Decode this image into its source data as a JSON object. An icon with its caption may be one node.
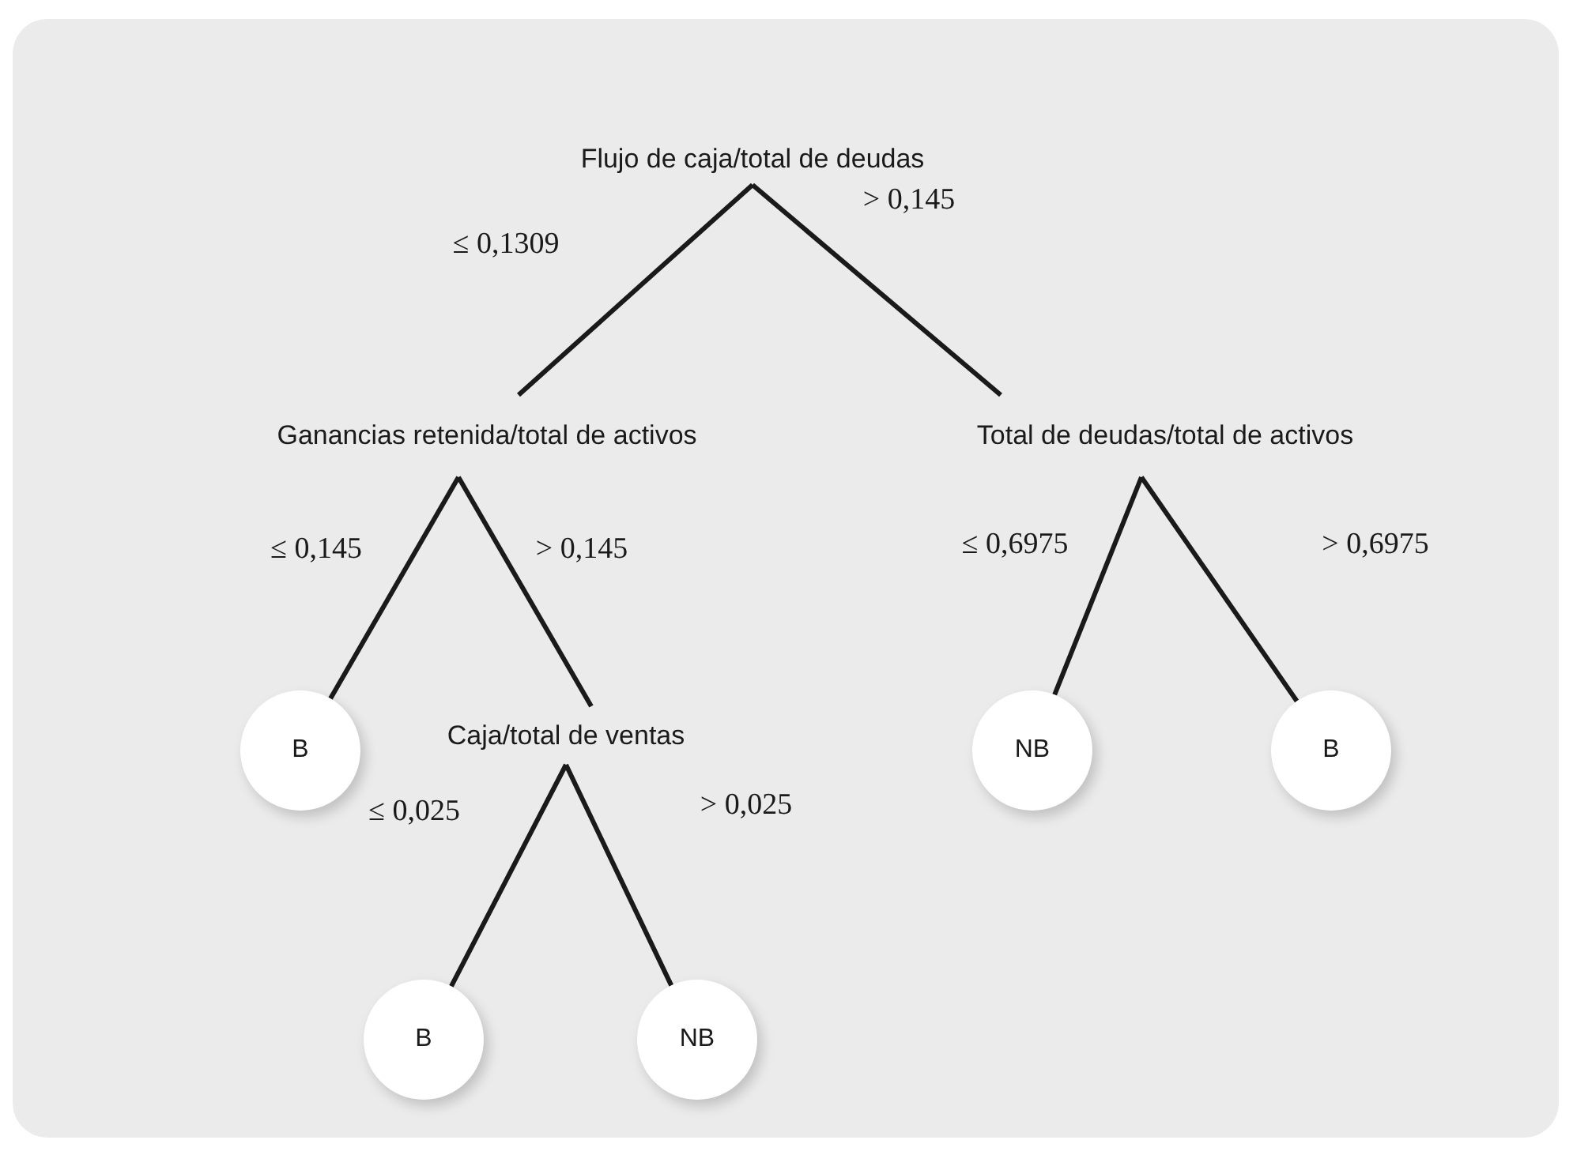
{
  "diagram": {
    "nodes": [
      {
        "text": [
          "Flujo de caja/total de deudas"
        ]
      },
      {
        "text": [
          "Ganancias retenida/total de activos"
        ]
      },
      {
        "text": [
          "Total de deudas/total de activos"
        ]
      },
      {
        "text": [
          "B"
        ]
      },
      {
        "text": [
          "Caja/total de ventas"
        ]
      },
      {
        "text": [
          "NB"
        ]
      },
      {
        "text": [
          "B"
        ]
      },
      {
        "text": [
          "B"
        ]
      },
      {
        "text": [
          "NB"
        ]
      }
    ],
    "edges": [
      {
        "from": 0,
        "to": 1,
        "arrow": "none",
        "label": "≤ 0,1309"
      },
      {
        "from": 0,
        "to": 2,
        "arrow": "none",
        "label": "> 0,145"
      },
      {
        "from": 1,
        "to": 3,
        "arrow": "none",
        "label": "≤ 0,145"
      },
      {
        "from": 1,
        "to": 4,
        "arrow": "none",
        "label": "> 0,145"
      },
      {
        "from": 2,
        "to": 5,
        "arrow": "none",
        "label": "≤ 0,6975"
      },
      {
        "from": 2,
        "to": 6,
        "arrow": "none",
        "label": "> 0,6975"
      },
      {
        "from": 4,
        "to": 7,
        "arrow": "none",
        "label": "≤ 0,025"
      },
      {
        "from": 4,
        "to": 8,
        "arrow": "none",
        "label": "> 0,025"
      }
    ]
  }
}
